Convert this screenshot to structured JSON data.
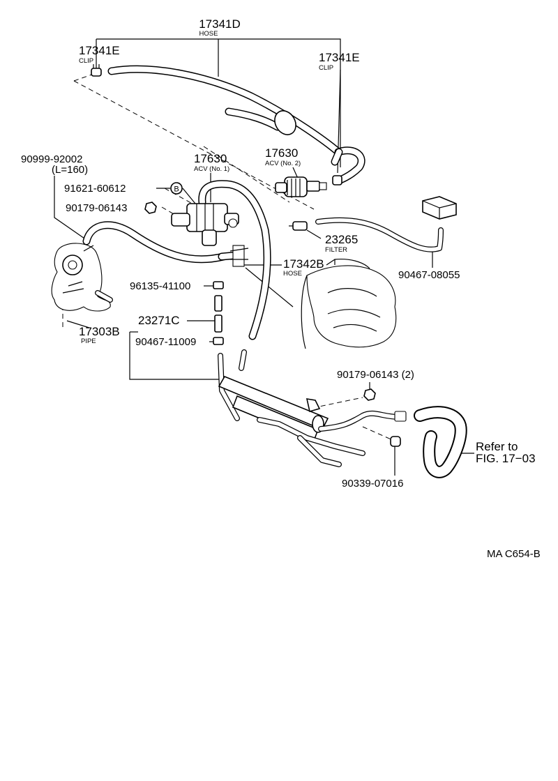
{
  "labels": {
    "hose_17341d": {
      "part": "17341D",
      "name": "HOSE"
    },
    "clip_left": {
      "part": "17341E",
      "name": "CLIP"
    },
    "clip_right": {
      "part": "17341E",
      "name": "CLIP"
    },
    "pipe_90999": {
      "part": "90999-92002",
      "note": "(L=160)"
    },
    "acv1": {
      "part": "17630",
      "name": "ACV (No. 1)"
    },
    "acv2": {
      "part": "17630",
      "name": "ACV (No. 2)"
    },
    "bolt_91621": {
      "part": "91621-60612",
      "marker": "B"
    },
    "nut_90179_a": {
      "part": "90179-06143"
    },
    "filter_23265": {
      "part": "23265",
      "name": "FILTER"
    },
    "hose_17342b": {
      "part": "17342B",
      "name": "HOSE"
    },
    "hose_90467_08055": {
      "part": "90467-08055"
    },
    "clamp_96135": {
      "part": "96135-41100"
    },
    "pipe_17303b": {
      "part": "17303B",
      "name": "PIPE"
    },
    "hose_23271c": {
      "part": "23271C"
    },
    "clamp_90467_11009": {
      "part": "90467-11009"
    },
    "nut_90179_b": {
      "part": "90179-06143 (2)"
    },
    "cap_90339": {
      "part": "90339-07016"
    },
    "refer": {
      "line1": "Refer to",
      "line2": "FIG. 17−03"
    },
    "figure_code": "MA C654-B"
  }
}
